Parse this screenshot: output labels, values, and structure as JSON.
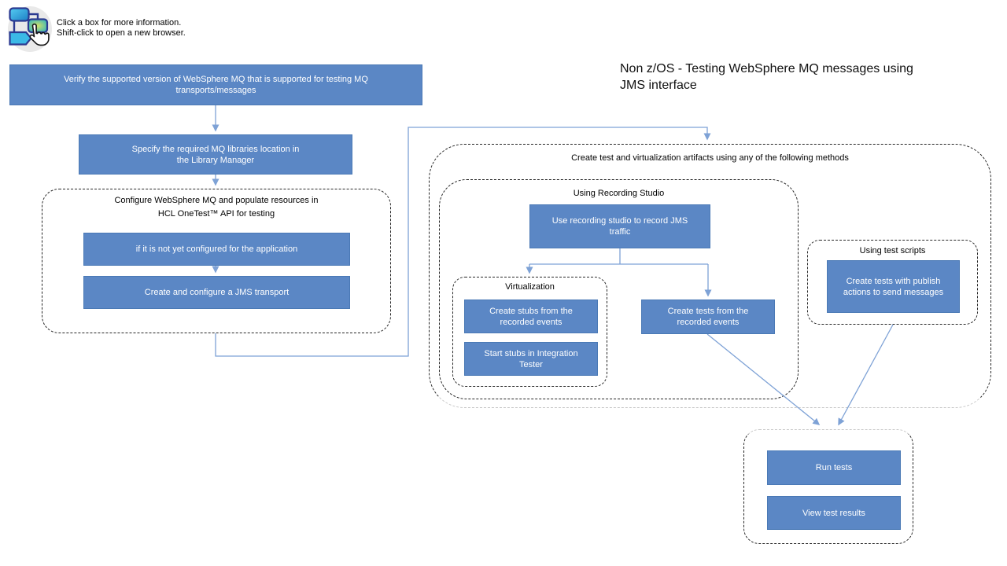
{
  "header": {
    "icon_name": "flowchart-click-icon",
    "instructions": [
      "Click a box for more information.",
      "Shift-click to open a new browser."
    ]
  },
  "title": "Non z/OS - Testing WebSphere MQ messages using\nJMS interface",
  "groups": {
    "configure": {
      "label": "Configure WebSphere MQ and populate resources in\nHCL OneTest™ API for testing"
    },
    "artifacts": {
      "label": "Create test and virtualization artifacts using any of the following methods"
    },
    "recording": {
      "label": "Using Recording Studio"
    },
    "virtualization": {
      "label": "Virtualization"
    },
    "test_scripts": {
      "label": "Using test scripts"
    }
  },
  "nodes": {
    "verify_version": "Verify the supported version of WebSphere MQ that is supported for testing MQ\ntransports/messages",
    "specify_libraries": "Specify the required MQ libraries location in\nthe Library Manager",
    "not_configured": "if it is not yet configured for the application",
    "create_transport": "Create and configure a JMS transport",
    "record_traffic": "Use recording studio to record JMS\ntraffic",
    "create_stubs": "Create stubs from the\nrecorded events",
    "start_stubs": "Start stubs in Integration\nTester",
    "create_tests_recorded": "Create tests from the\nrecorded events",
    "create_tests_publish": "Create tests with publish\nactions to send messages",
    "run_tests": "Run tests",
    "view_results": "View test results"
  },
  "colors": {
    "node_fill": "#5B87C5",
    "node_border": "#4A79B5",
    "node_text": "#FFFFFF",
    "connector": "#7EA2D6",
    "group_border": "#262626",
    "faded_edge": "#C9C9C9"
  }
}
